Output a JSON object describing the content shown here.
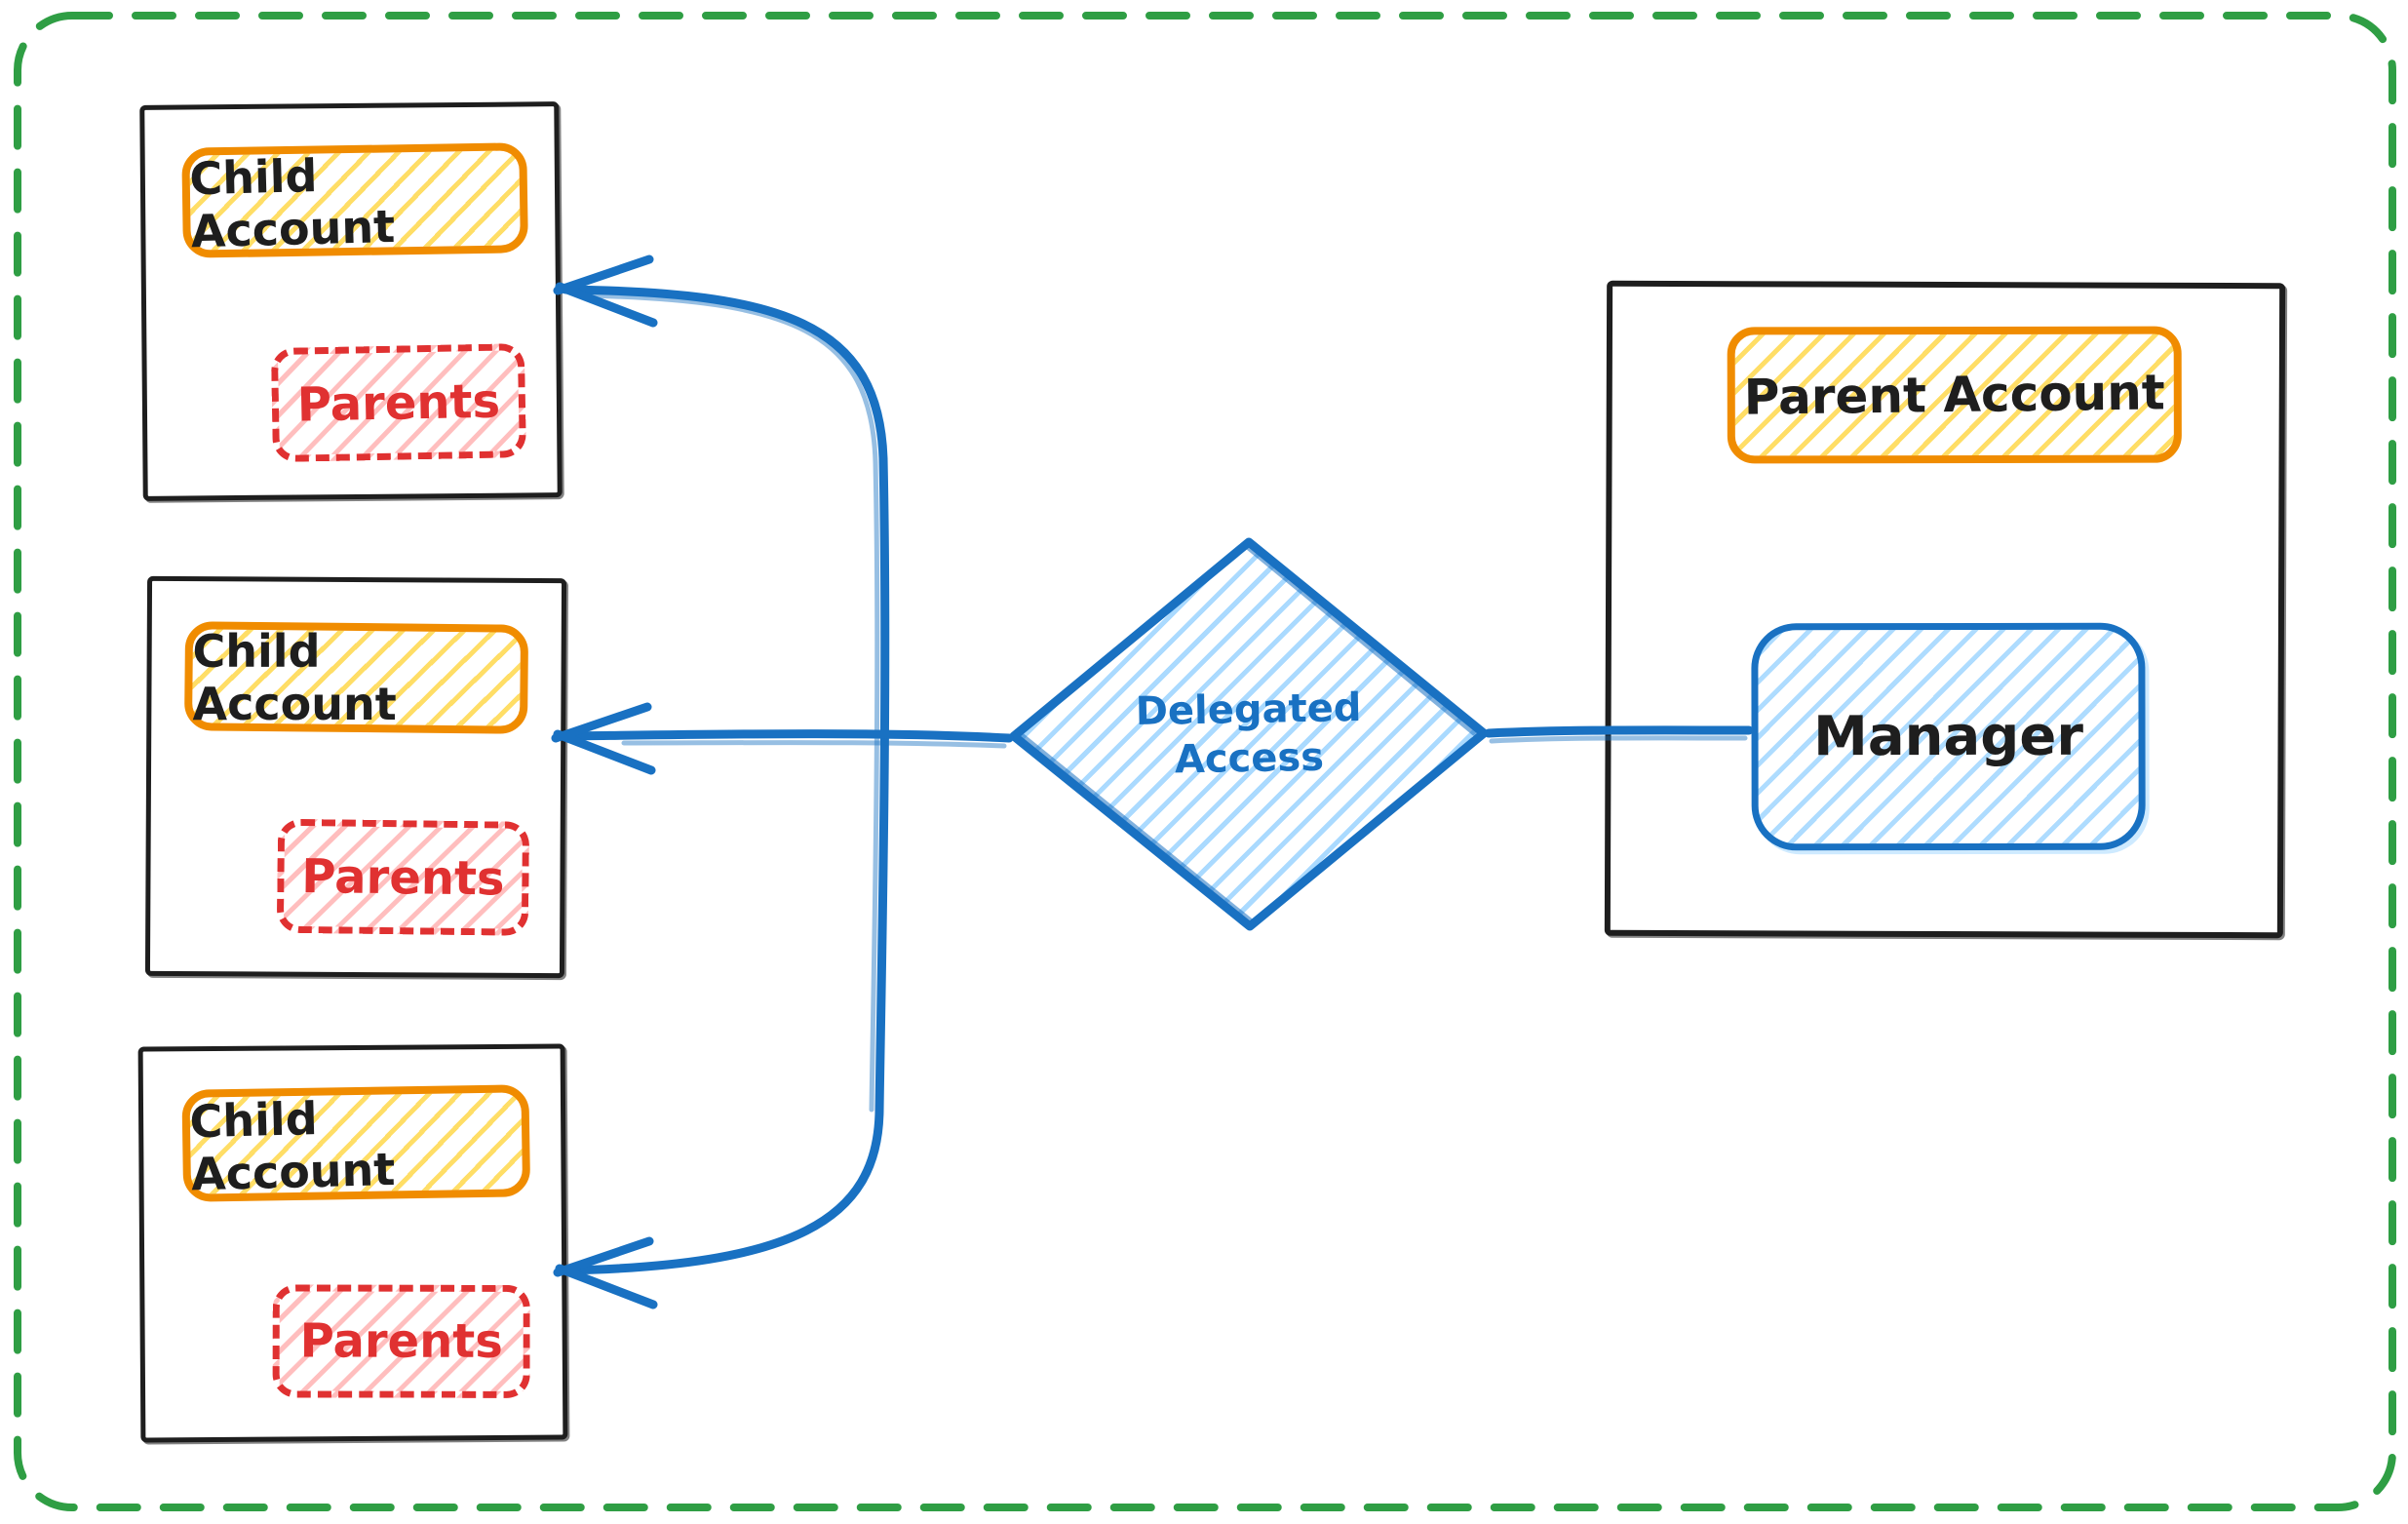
{
  "diagram": {
    "child_boxes": [
      {
        "title": "Child Account",
        "subgroup": "Parents"
      },
      {
        "title": "Child Account",
        "subgroup": "Parents"
      },
      {
        "title": "Child Account",
        "subgroup": "Parents"
      }
    ],
    "parent_box": {
      "title": "Parent Account",
      "member": "Manager"
    },
    "decision_diamond": {
      "label_line1": "Delegated",
      "label_line2": "Access"
    },
    "colors": {
      "frame_green": "#2f9e44",
      "box_black": "#1e1e1e",
      "account_orange": "#f08c00",
      "account_fill_yellow": "#ffd43b",
      "parents_red": "#e03131",
      "parents_fill_pink": "#ffc9c9",
      "link_blue": "#1971c2",
      "link_fill_blue": "#a5d8ff"
    }
  }
}
